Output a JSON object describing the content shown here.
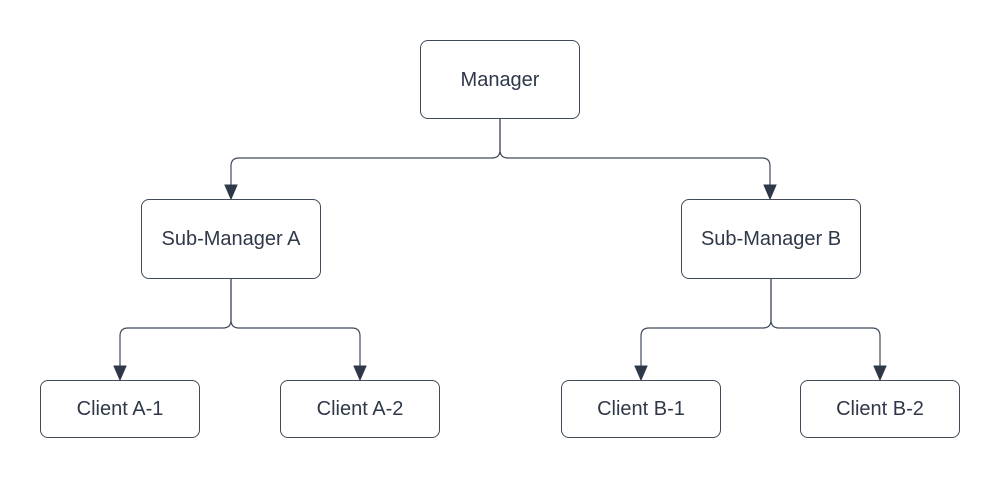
{
  "nodes": {
    "manager": {
      "label": "Manager"
    },
    "sub_a": {
      "label": "Sub-Manager A"
    },
    "sub_b": {
      "label": "Sub-Manager B"
    },
    "client_a1": {
      "label": "Client A-1"
    },
    "client_a2": {
      "label": "Client A-2"
    },
    "client_b1": {
      "label": "Client B-1"
    },
    "client_b2": {
      "label": "Client B-2"
    }
  },
  "edges": [
    {
      "from": "Manager",
      "to": "Sub-Manager A"
    },
    {
      "from": "Manager",
      "to": "Sub-Manager B"
    },
    {
      "from": "Sub-Manager A",
      "to": "Client A-1"
    },
    {
      "from": "Sub-Manager A",
      "to": "Client A-2"
    },
    {
      "from": "Sub-Manager B",
      "to": "Client B-1"
    },
    {
      "from": "Sub-Manager B",
      "to": "Client B-2"
    }
  ],
  "colors": {
    "background": "#ffffff",
    "node_fill": "#ffffff",
    "node_border": "#414a59",
    "connector": "#414a59",
    "arrowhead": "#2e3849",
    "text": "#2e3849"
  }
}
